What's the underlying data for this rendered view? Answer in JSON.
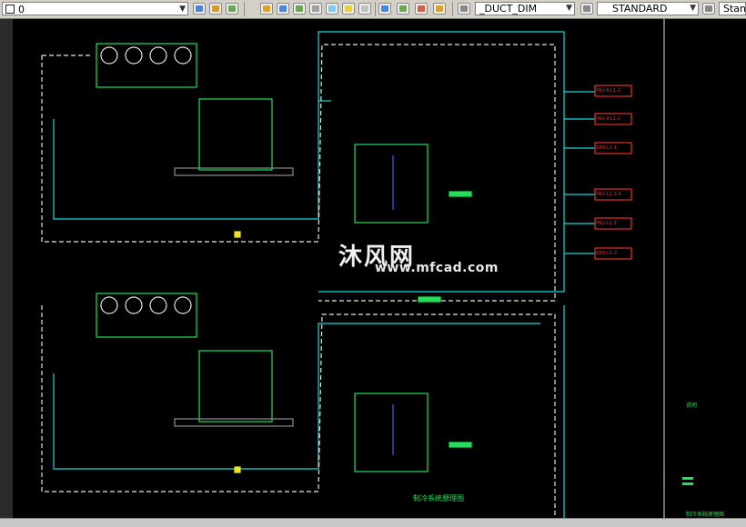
{
  "toolbar": {
    "layer_value": "0",
    "dimstyle_value": "_DUCT_DIM",
    "textstyle_value": "STANDARD",
    "tablestyle_value": "Stand"
  },
  "watermark": {
    "brand_cn": "沐风网",
    "brand_en": "www.mfcad.com"
  },
  "drawing": {
    "room_labels": [
      "PAU-K-L1-1",
      "PAU-K-L1-2",
      "KBU-L1-1",
      "PAU-L1-1-4",
      "PAU-L1-3",
      "KBU-L1-2"
    ],
    "title": "制冷系统原理图",
    "side_note": "说明",
    "side_title": "制冷系统原理图"
  },
  "colors": {
    "canvas": "#000000",
    "pipe_cyan": "#19d6d6",
    "pipe_white": "#e6e6e6",
    "equipment_green": "#22e05a",
    "label_red": "#e03030",
    "accent_blue": "#3a5cff",
    "accent_yellow": "#f2e21c"
  },
  "icons": [
    "layer-icon",
    "match-icon",
    "freeze-icon",
    "lock-icon",
    "dimension-icon",
    "table-icon"
  ]
}
